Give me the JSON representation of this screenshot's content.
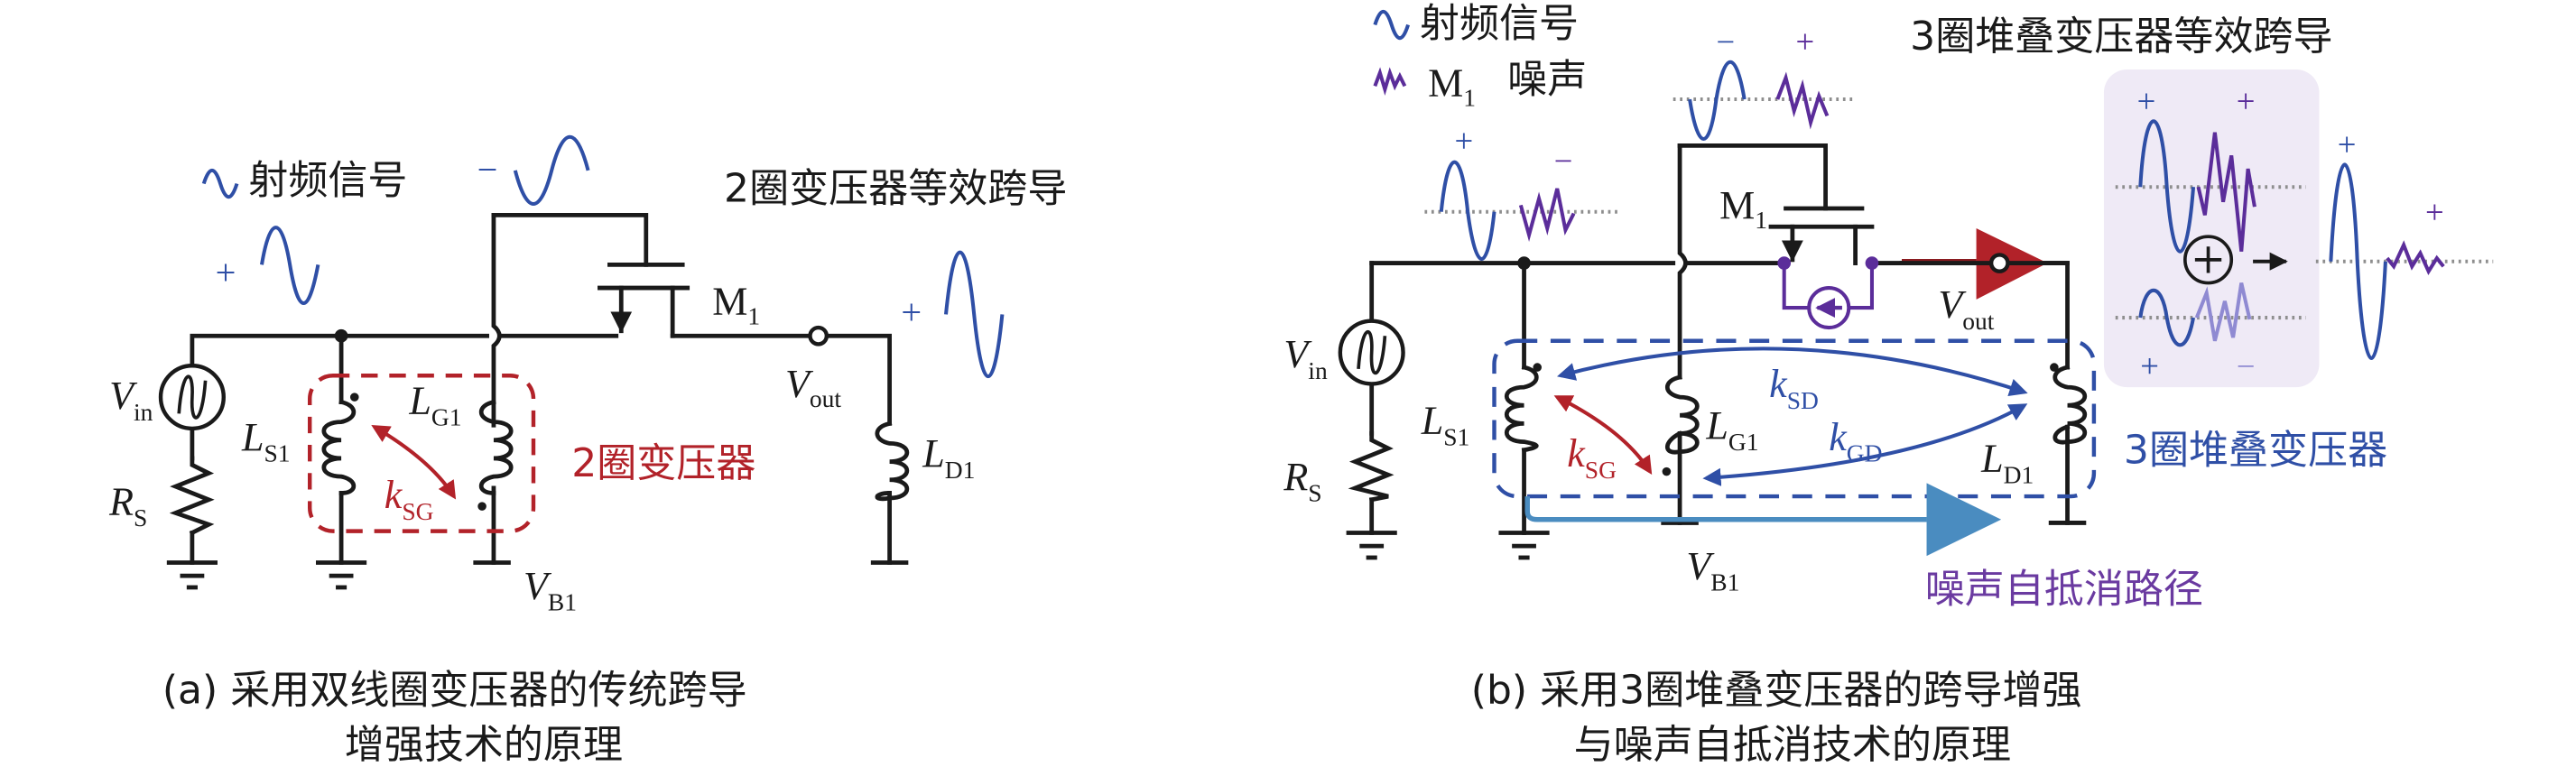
{
  "colors": {
    "wire": "#1a1a1a",
    "rf_signal": "#2f4fa6",
    "noise": "#5b2d9a",
    "noise_light": "#8f8ad2",
    "transformer_2coil": "#b22229",
    "transformer_3coil": "#2f4fa6",
    "cancellation_path": "#4a8cc0",
    "cancellation_label": "#6a3aa0",
    "sum_box": "#efeaf6",
    "baseline": "#8e8e8e"
  },
  "panel_a": {
    "legend_rf": "射频信号",
    "title": "2圈变压器等效跨导",
    "transformer_label": "2圈变压器",
    "signs": {
      "gate_minus": "−",
      "source_plus": "+",
      "out_plus": "+"
    },
    "components": {
      "vin": {
        "main": "V",
        "sub": "in"
      },
      "rs": {
        "main": "R",
        "sub": "S"
      },
      "ls1": {
        "main": "L",
        "sub": "S1"
      },
      "lg1": {
        "main": "L",
        "sub": "G1"
      },
      "ld1": {
        "main": "L",
        "sub": "D1"
      },
      "ksg": {
        "main": "k",
        "sub": "SG"
      },
      "m1": {
        "main": "M",
        "sub": "1"
      },
      "vout": {
        "main": "V",
        "sub": "out"
      },
      "vb1": {
        "main": "V",
        "sub": "B1"
      }
    },
    "caption_line1": "(a) 采用双线圈变压器的传统跨导",
    "caption_line2": "增强技术的原理"
  },
  "panel_b": {
    "legend_rf": "射频信号",
    "legend_noise_main": "M",
    "legend_noise_sub": "1",
    "legend_noise_text": "噪声",
    "title": "3圈堆叠变压器等效跨导",
    "transformer_label": "3圈堆叠变压器",
    "cancellation_label": "噪声自抵消路径",
    "signs": {
      "gate_rf": "−",
      "gate_noise": "+",
      "source_rf": "+",
      "source_noise": "−",
      "sum_top_rf": "+",
      "sum_top_noise": "+",
      "sum_bottom_rf": "+",
      "sum_bottom_noise": "−",
      "result_rf": "+",
      "result_noise": "+"
    },
    "sum_symbol": "⊕",
    "arrow_symbol": "→",
    "components": {
      "vin": {
        "main": "V",
        "sub": "in"
      },
      "rs": {
        "main": "R",
        "sub": "S"
      },
      "ls1": {
        "main": "L",
        "sub": "S1"
      },
      "lg1": {
        "main": "L",
        "sub": "G1"
      },
      "ld1": {
        "main": "L",
        "sub": "D1"
      },
      "ksg": {
        "main": "k",
        "sub": "SG"
      },
      "ksd": {
        "main": "k",
        "sub": "SD"
      },
      "kgd": {
        "main": "k",
        "sub": "GD"
      },
      "m1": {
        "main": "M",
        "sub": "1"
      },
      "vout": {
        "main": "V",
        "sub": "out"
      },
      "vb1": {
        "main": "V",
        "sub": "B1"
      }
    },
    "caption_line1": "(b) 采用3圈堆叠变压器的跨导增强",
    "caption_line2": "与噪声自抵消技术的原理"
  }
}
